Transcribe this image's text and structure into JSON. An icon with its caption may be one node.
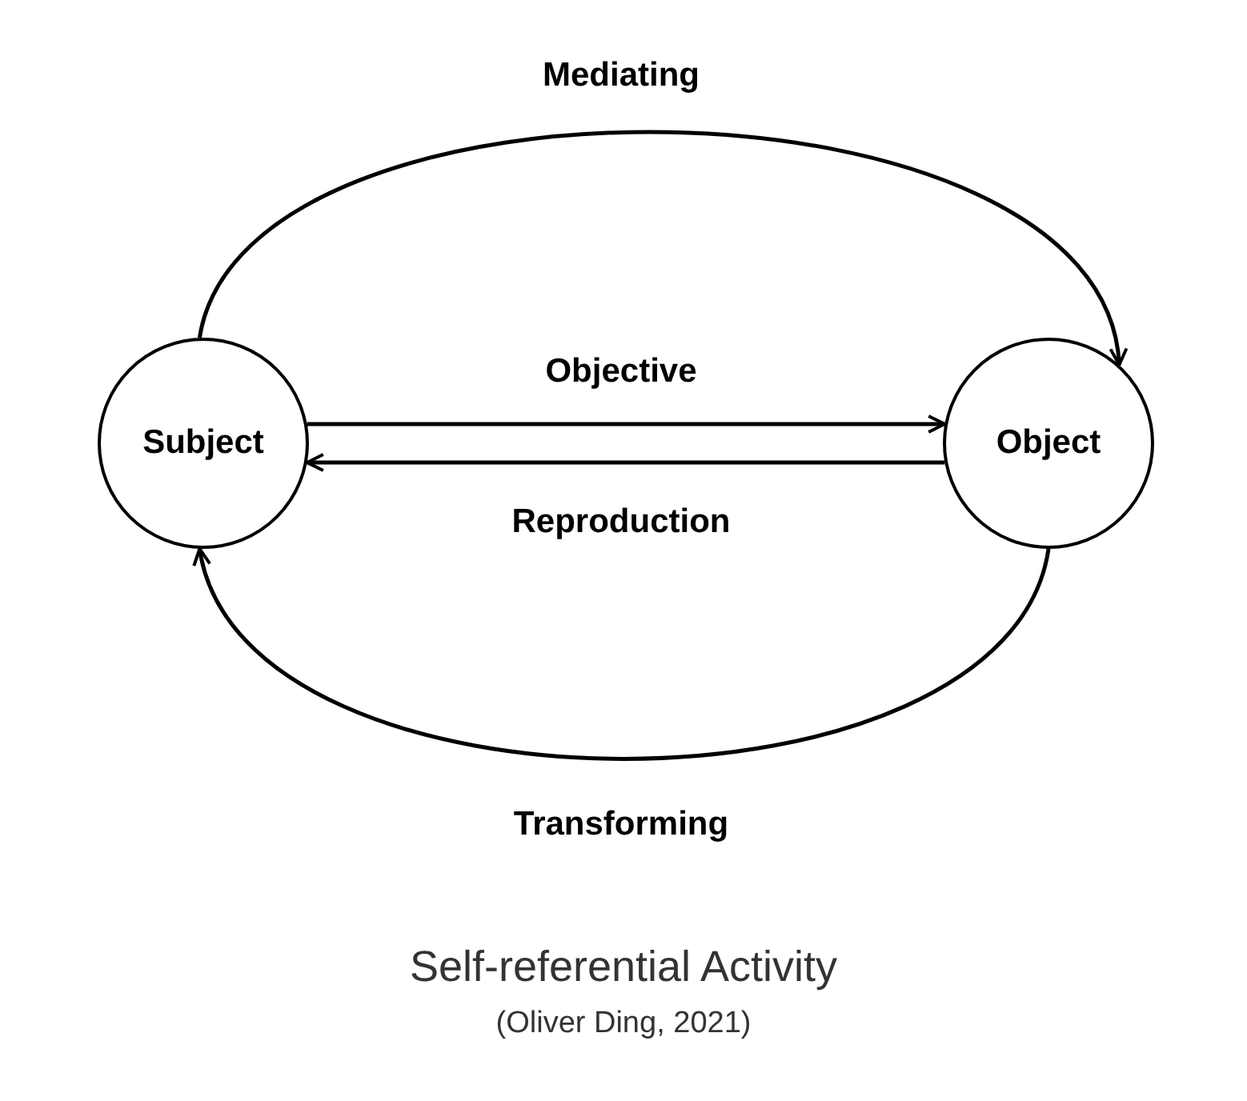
{
  "diagram": {
    "caption": "Self-referential Activity",
    "nodes": [
      {
        "text": [
          "Subject"
        ]
      },
      {
        "text": [
          "Object"
        ]
      }
    ],
    "edges": [
      {
        "from": 0,
        "to": 1,
        "arrow": "to",
        "label": "Mediating"
      },
      {
        "from": 0,
        "to": 1,
        "arrow": "to",
        "label": "Objective"
      },
      {
        "from": 1,
        "to": 0,
        "arrow": "to",
        "label": "Reproduction"
      },
      {
        "from": 1,
        "to": 0,
        "arrow": "to",
        "label": "Transforming"
      }
    ],
    "labels": [
      "(Oliver Ding, 2021)"
    ]
  }
}
